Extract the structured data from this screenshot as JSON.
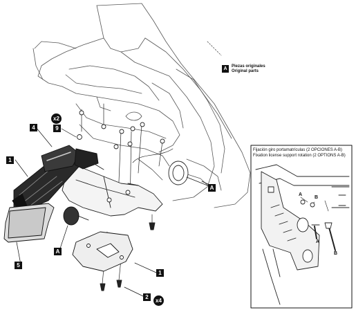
{
  "legend": {
    "badge": "A",
    "line1": "Piezas originales",
    "line2": "Original parts"
  },
  "inset": {
    "title_line1": "Fijación giro portamatrículas (2 OPCIONES A-B)",
    "title_line2": "Fixation license support rotation (2 OPTIONS A-B)",
    "label_a_top": "A",
    "label_b_top": "B",
    "label_a_bottom": "A",
    "label_b_bottom": "B"
  },
  "callouts": {
    "part_1_left": "1",
    "part_4": "4",
    "part_9": "9",
    "qty_x2": "x2",
    "part_a_center": "A",
    "part_a_left": "A",
    "part_5": "5",
    "part_1_bottom": "1",
    "part_2": "2",
    "qty_x4": "x4"
  }
}
